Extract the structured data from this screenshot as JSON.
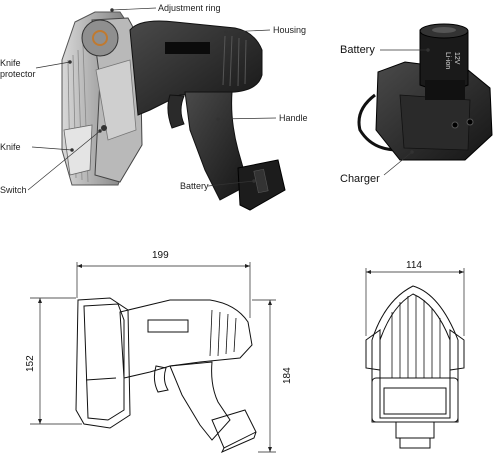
{
  "labels": {
    "adjustment_ring": "Adjustment ring",
    "housing": "Housing",
    "knife_protector": "Knife\nprotector",
    "handle": "Handle",
    "knife": "Knife",
    "switch": "Switch",
    "battery_tool": "Battery",
    "battery_charger": "Battery",
    "charger": "Charger"
  },
  "battery_print": [
    "12V",
    "Li-ion"
  ],
  "dimensions": {
    "side_width": "199",
    "side_height_left": "152",
    "side_height_right": "184",
    "front_width": "114"
  }
}
